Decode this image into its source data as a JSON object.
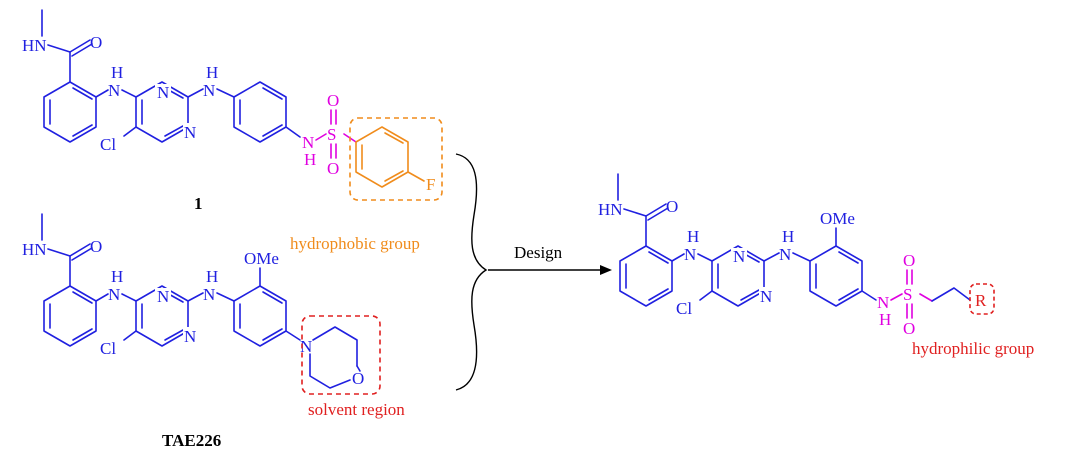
{
  "compound1": {
    "label": "1",
    "atoms": {
      "n1": "HN",
      "o1": "O",
      "nh1": "H",
      "n_a": "N",
      "n_b": "N",
      "n_c": "N",
      "nh2": "H",
      "n_d": "N",
      "cl": "Cl",
      "ns": "N",
      "hs": "H",
      "s": "S",
      "o_top": "O",
      "o_bot": "O",
      "f": "F"
    },
    "annotation": "hydrophobic group"
  },
  "tae226": {
    "label": "TAE226",
    "atoms": {
      "n1": "HN",
      "o1": "O",
      "nh1": "H",
      "n_a": "N",
      "n_b": "N",
      "n_c": "N",
      "nh2": "H",
      "n_d": "N",
      "cl": "Cl",
      "ome": "OMe",
      "morph_n": "N",
      "morph_o": "O"
    },
    "annotation": "solvent region"
  },
  "arrow": {
    "label": "Design"
  },
  "designed": {
    "atoms": {
      "n1": "HN",
      "o1": "O",
      "nh1": "H",
      "n_a": "N",
      "n_b": "N",
      "n_c": "N",
      "nh2": "H",
      "n_d": "N",
      "cl": "Cl",
      "ome": "OMe",
      "ns": "N",
      "hs": "H",
      "s": "S",
      "o_top": "O",
      "o_bot": "O",
      "r": "R"
    },
    "annotation": "hydrophilic group"
  },
  "colors": {
    "scaffold": "#2020e0",
    "sulfonamide": "#e000e0",
    "hydrophobic": "#f08c1c",
    "highlight": "#e02020"
  }
}
